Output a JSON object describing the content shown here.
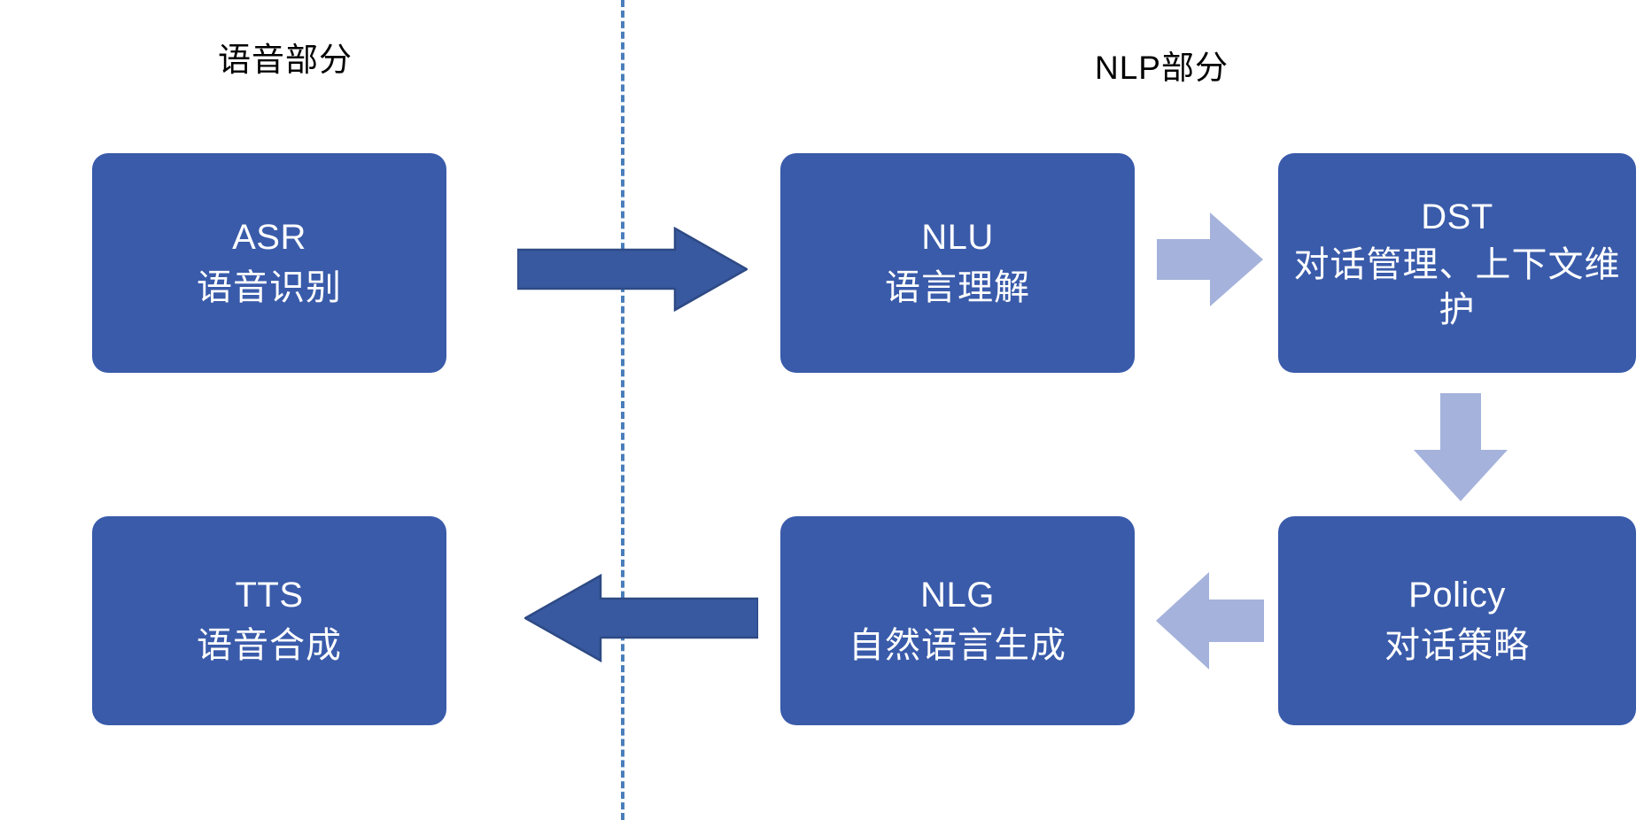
{
  "diagram": {
    "title_speech": "语音部分",
    "title_nlp": "NLP部分",
    "colors": {
      "box_fill": "#3A5BAA",
      "box_text": "#FFFFFF",
      "arrow_dark": "#38599F",
      "arrow_dark_outline": "#2E4A85",
      "arrow_light": "#A5B2DB",
      "divider": "#4A7EBB",
      "background": "#FFFFFF"
    },
    "boxes": [
      {
        "id": "asr",
        "abbr": "ASR",
        "label": "语音识别"
      },
      {
        "id": "nlu",
        "abbr": "NLU",
        "label": "语言理解"
      },
      {
        "id": "dst",
        "abbr": "DST",
        "label": "对话管理、上下文维护"
      },
      {
        "id": "tts",
        "abbr": "TTS",
        "label": "语音合成"
      },
      {
        "id": "nlg",
        "abbr": "NLG",
        "label": "自然语言生成"
      },
      {
        "id": "policy",
        "abbr": "Policy",
        "label": "对话策略"
      }
    ],
    "arrows": [
      {
        "id": "asr-nlu",
        "from": "ASR",
        "to": "NLU",
        "direction": "right",
        "style": "dark"
      },
      {
        "id": "nlu-dst",
        "from": "NLU",
        "to": "DST",
        "direction": "right",
        "style": "light"
      },
      {
        "id": "dst-policy",
        "from": "DST",
        "to": "Policy",
        "direction": "down",
        "style": "light"
      },
      {
        "id": "policy-nlg",
        "from": "Policy",
        "to": "NLG",
        "direction": "left",
        "style": "light"
      },
      {
        "id": "nlg-tts",
        "from": "NLG",
        "to": "TTS",
        "direction": "left",
        "style": "dark"
      }
    ],
    "divider": {
      "orientation": "vertical",
      "style": "dashed"
    }
  }
}
